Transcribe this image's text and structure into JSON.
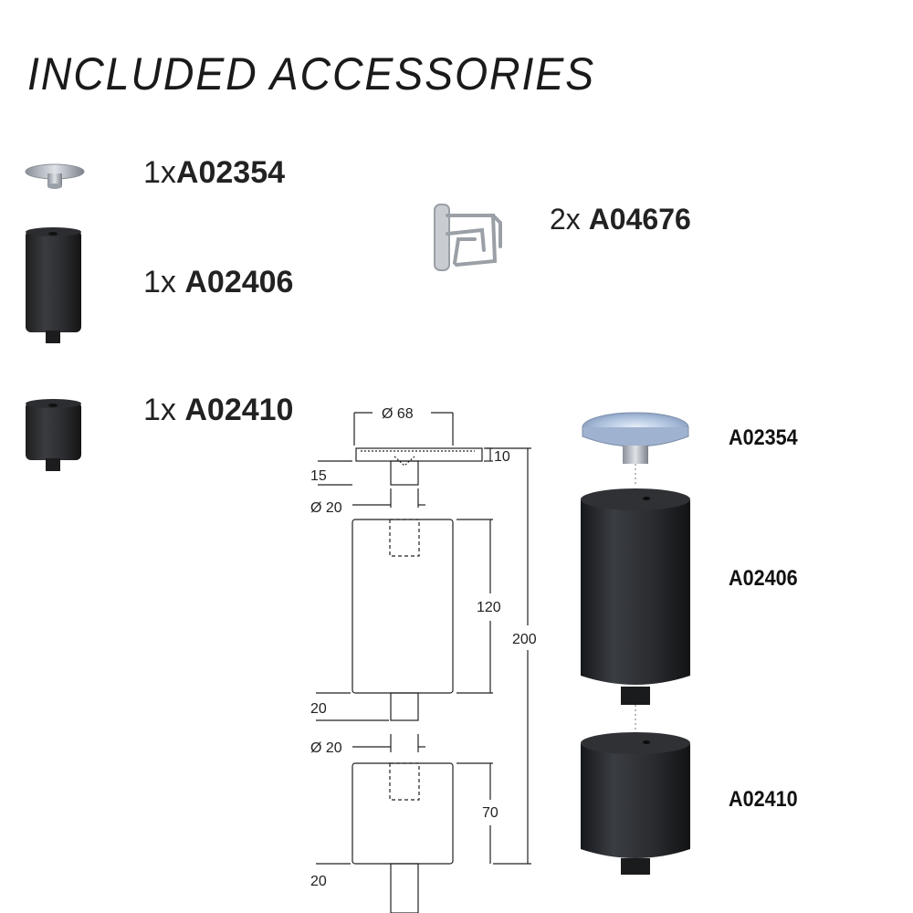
{
  "title": "INCLUDED ACCESSORIES",
  "accessories": [
    {
      "qty": "1x",
      "code": "A02354",
      "icon": "knob-disc-icon"
    },
    {
      "qty": "1x ",
      "code": "A02406",
      "icon": "long-cylinder-icon"
    },
    {
      "qty": "1x ",
      "code": "A02410",
      "icon": "short-cylinder-icon"
    },
    {
      "qty": "2x ",
      "code": "A04676",
      "icon": "wire-bracket-icon"
    }
  ],
  "drawing": {
    "dims": {
      "d68": "Ø 68",
      "h10": "10",
      "h15": "15",
      "d20a": "Ø 20",
      "h120": "120",
      "h200": "200",
      "h20a": "20",
      "d20b": "Ø 20",
      "h70": "70",
      "h20b": "20"
    },
    "parts": [
      "A02354",
      "A02406",
      "A02410"
    ]
  }
}
